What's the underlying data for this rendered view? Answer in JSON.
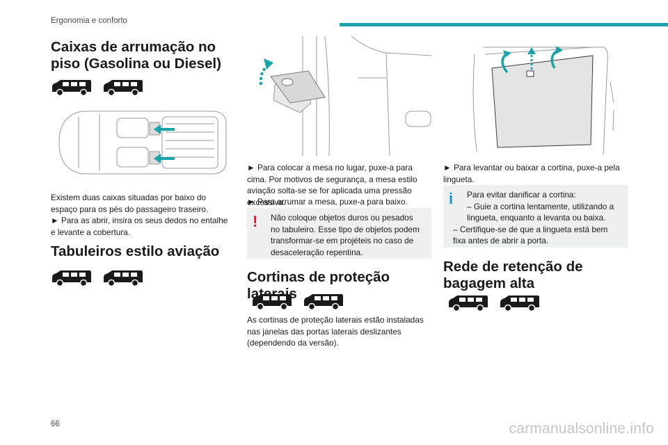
{
  "header": {
    "section_title": "Ergonomia e conforto"
  },
  "page": {
    "number": "66"
  },
  "col1": {
    "heading1": "Caixas de arrumação no piso (Gasolina ou Diesel)",
    "p1": "Existem duas caixas situadas por baixo do espaço para os pés do passageiro traseiro.",
    "p2": "► Para as abrir, insira os seus dedos no entalhe e levante a cobertura.",
    "heading2": "Tabuleiros estilo aviação"
  },
  "col2": {
    "p1": "► Para colocar a mesa no lugar, puxe-a para cima. Por motivos de segurança, a mesa estilo aviação solta-se se for aplicada uma pressão excessiva.",
    "p2": "► Para arrumar a mesa, puxe-a para baixo.",
    "warning": "Não coloque objetos duros ou pesados no tabuleiro. Esse tipo de objetos podem transformar-se em projéteis no caso de desaceleração repentina.",
    "heading": "Cortinas de proteção laterais",
    "p3": "As cortinas de proteção laterais estão instaladas nas janelas das portas laterais deslizantes (dependendo da versão)."
  },
  "col3": {
    "p1": "► Para levantar ou baixar a cortina, puxe-a pela lingueta.",
    "info_line1": "Para evitar danificar a cortina:",
    "info_line2": "– Guie a cortina lentamente, utilizando a lingueta, enquanto a levanta ou baixa.",
    "info_line3": "– Certifique-se de que a lingueta está bem fixa antes de abrir a porta.",
    "heading": "Rede de retenção de bagagem alta"
  },
  "icons": {
    "warning_icon": "exclamation-mark",
    "info_icon": "letter-i",
    "arrow_color": "#1aa3a8",
    "warning_color": "#e2132d",
    "info_color": "#1a8fd6"
  },
  "watermark": "carmanualsonline.info"
}
